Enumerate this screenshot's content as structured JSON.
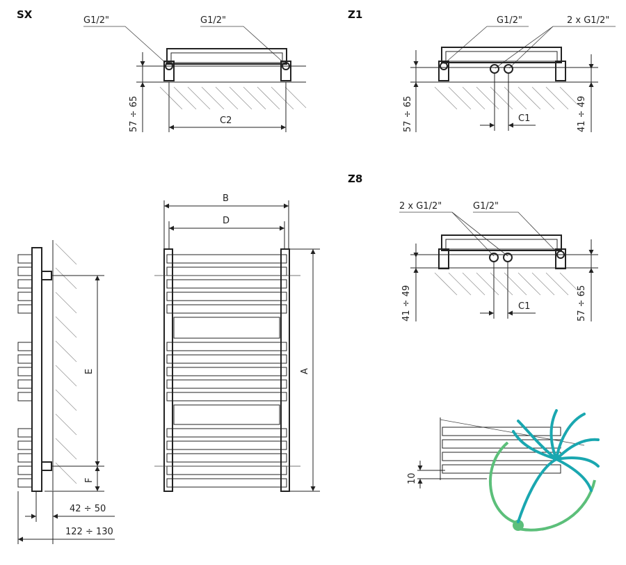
{
  "sections": {
    "sx": "SX",
    "z1": "Z1",
    "z8": "Z8"
  },
  "connections": {
    "g12": "G1/2\"",
    "two_g12": "2 x G1/2\""
  },
  "dimensions": {
    "range_57_65": "57 ÷ 65",
    "range_41_49": "41 ÷ 49",
    "c1": "C1",
    "c2": "C2",
    "a": "A",
    "b": "B",
    "d": "D",
    "e": "E",
    "f": "F",
    "range_42_50": "42 ÷ 50",
    "range_122_130": "122 ÷ 130",
    "ten": "10"
  },
  "colors": {
    "line": "#222222",
    "hatch": "#999999",
    "logo_green": "#5cbf7a",
    "logo_teal": "#1aa7b0"
  },
  "logo": "teal-green-spiral-logo"
}
